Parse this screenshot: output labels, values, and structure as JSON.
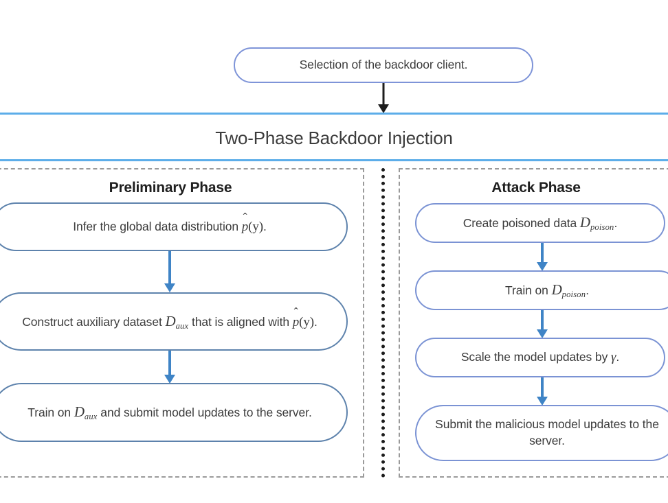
{
  "figure": {
    "entry_node": {
      "label": "Selection of the backdoor client."
    },
    "banner": {
      "title": "Two-Phase Backdoor Injection"
    },
    "phases": [
      {
        "id": "preliminary",
        "title": "Preliminary Phase",
        "steps": [
          {
            "id": "infer-distribution",
            "prefix": "Infer the global data distribution ",
            "math_hat": "p",
            "math_args": "(y)",
            "suffix": "."
          },
          {
            "id": "construct-aux-dataset",
            "prefix": "Construct auxiliary dataset ",
            "math_symbol": "D",
            "math_subscript": "aux",
            "middle": " that is aligned with ",
            "math_hat": "p",
            "math_args": "(y)",
            "suffix": "."
          },
          {
            "id": "train-on-aux",
            "prefix": "Train on ",
            "math_symbol": "D",
            "math_subscript": "aux",
            "suffix": " and submit model updates to the server."
          }
        ]
      },
      {
        "id": "attack",
        "title": "Attack Phase",
        "steps": [
          {
            "id": "create-poisoned-data",
            "prefix": "Create poisoned data ",
            "math_symbol": "D",
            "math_subscript": "poison",
            "suffix": "."
          },
          {
            "id": "train-on-poison",
            "prefix": "Train on ",
            "math_symbol": "D",
            "math_subscript": "poison",
            "suffix": "."
          },
          {
            "id": "scale-model-updates",
            "prefix": "Scale the model updates by ",
            "math_greek": "γ",
            "suffix": "."
          },
          {
            "id": "submit-malicious-updates",
            "prefix": "Submit the malicious model updates to the server.",
            "suffix": ""
          }
        ]
      }
    ],
    "colors": {
      "banner_rule": "#5cade9",
      "node_border_left": "#5d82ac",
      "node_border_right": "#7b93d4",
      "entry_node_border": "#7e94d8",
      "blue_arrow": "#3f84c6",
      "black_arrow": "#1d1d1d",
      "panel_dash": "#9a9a9a",
      "phase_split": "#1c1c1c"
    }
  }
}
